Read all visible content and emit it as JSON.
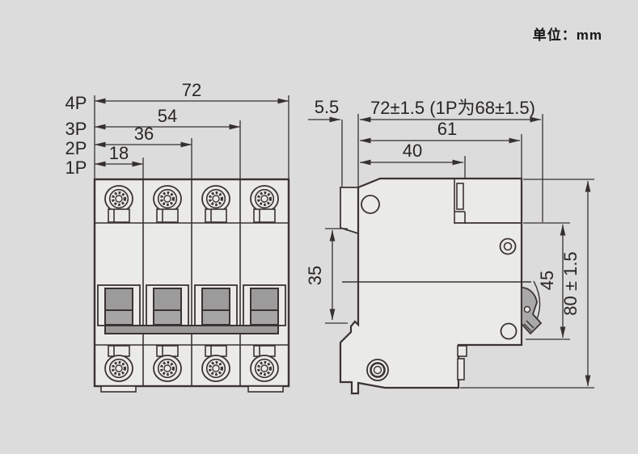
{
  "unit_label": "单位：mm",
  "colors": {
    "background": "#dcdcdc",
    "line": "#3a3332",
    "body_fill": "#eaeae8",
    "handle_gray": "#9b9b9b",
    "handle_gray_light": "#a5a5a5"
  },
  "front_view": {
    "pole_labels": {
      "p4": "4P",
      "p3": "3P",
      "p2": "2P",
      "p1": "1P"
    },
    "width_dims": {
      "d72": "72",
      "d54": "54",
      "d36": "36",
      "d18": "18"
    }
  },
  "side_view": {
    "dims": {
      "clip_depth": "5.5",
      "total_depth": "72±1.5 (1P为68±1.5)",
      "body_depth": "61",
      "upper_depth": "40",
      "din_slot_height": "35",
      "front_section_height": "45",
      "total_height": "80 ± 1.5"
    }
  }
}
